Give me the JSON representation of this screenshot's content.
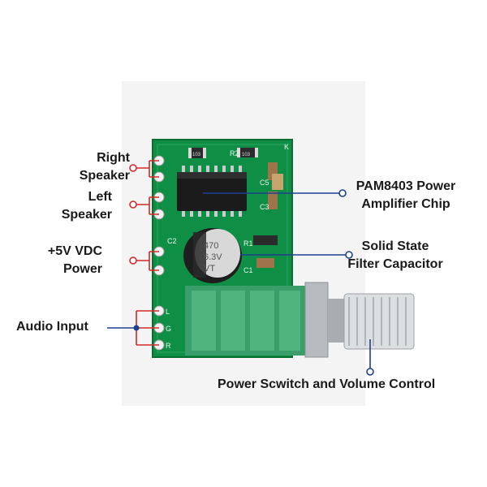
{
  "labels": {
    "right_speaker": [
      "Right",
      "Speaker"
    ],
    "left_speaker": [
      "Left",
      "Speaker"
    ],
    "power_5v": [
      "+5V VDC",
      "Power"
    ],
    "audio_input": [
      "Audio Input"
    ],
    "chip": [
      "PAM8403 Power",
      "Amplifier Chip"
    ],
    "capacitor": [
      "Solid State",
      "Filter Capacitor"
    ],
    "switch_volume": [
      "Power Scwitch and Volume Control"
    ]
  },
  "board_text": {
    "cap_value": "470",
    "cap_voltage": "6.3V",
    "cap_series": "VT",
    "silk_r2": "R2",
    "silk_r1": "R1",
    "silk_c5": "C5",
    "silk_c3": "C3",
    "silk_c2": "C2",
    "silk_c1": "C1",
    "silk_k": "K",
    "silk_l": "L",
    "silk_g": "G",
    "silk_r": "R",
    "smd_code_1": "103",
    "smd_code_2": "103"
  },
  "colors": {
    "pcb": "#0e8f45",
    "pcb_edge": "#0a6e33",
    "leader_red": "#d62828",
    "leader_blue": "#1f3f8f",
    "pot_green": "#3a9e6a",
    "metal": "#c9ccd0"
  }
}
